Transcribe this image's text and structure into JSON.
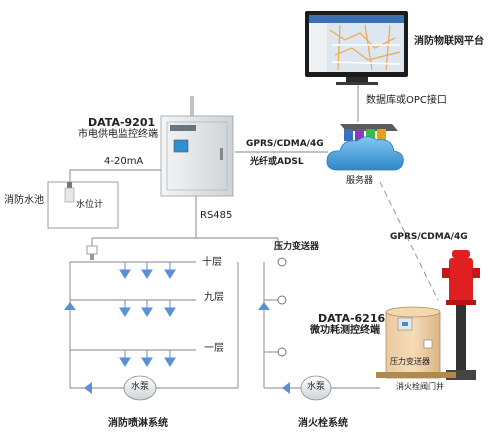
{
  "platform": {
    "label": "消防物联网平台"
  },
  "interface": {
    "label": "数据库或OPC接口"
  },
  "server": {
    "label": "服务器"
  },
  "link_top": {
    "label": "GPRS/CDMA/4G"
  },
  "link_fiber": {
    "label": "光纤或ADSL"
  },
  "link_diag": {
    "label": "GPRS/CDMA/4G"
  },
  "terminal_main": {
    "model": "DATA-9201",
    "name": "市电供电监控终端"
  },
  "signal": {
    "label": "4-20mA"
  },
  "rs485": {
    "label": "RS485"
  },
  "pool": {
    "label": "消防水池"
  },
  "level_meter": {
    "label": "水位计"
  },
  "pressure_transmitter": {
    "label": "压力变送器"
  },
  "floors": {
    "f10": "十层",
    "f9": "九层",
    "f1": "一层"
  },
  "sprinkler": {
    "pump": "水泵",
    "system": "消防喷淋系统"
  },
  "hydrant": {
    "pump": "水泵",
    "system": "消火栓系统"
  },
  "terminal_micro": {
    "model": "DATA-6216",
    "name": "微功耗测控终端"
  },
  "valve_pit": {
    "pressure_label": "压力变送器",
    "pit_label": "消火栓阀门井"
  },
  "colors": {
    "pipe": "#9e9e9e",
    "arrow": "#5b8fd6",
    "hydrant_red": "#e02020",
    "cabinet": "#dde1e4"
  }
}
